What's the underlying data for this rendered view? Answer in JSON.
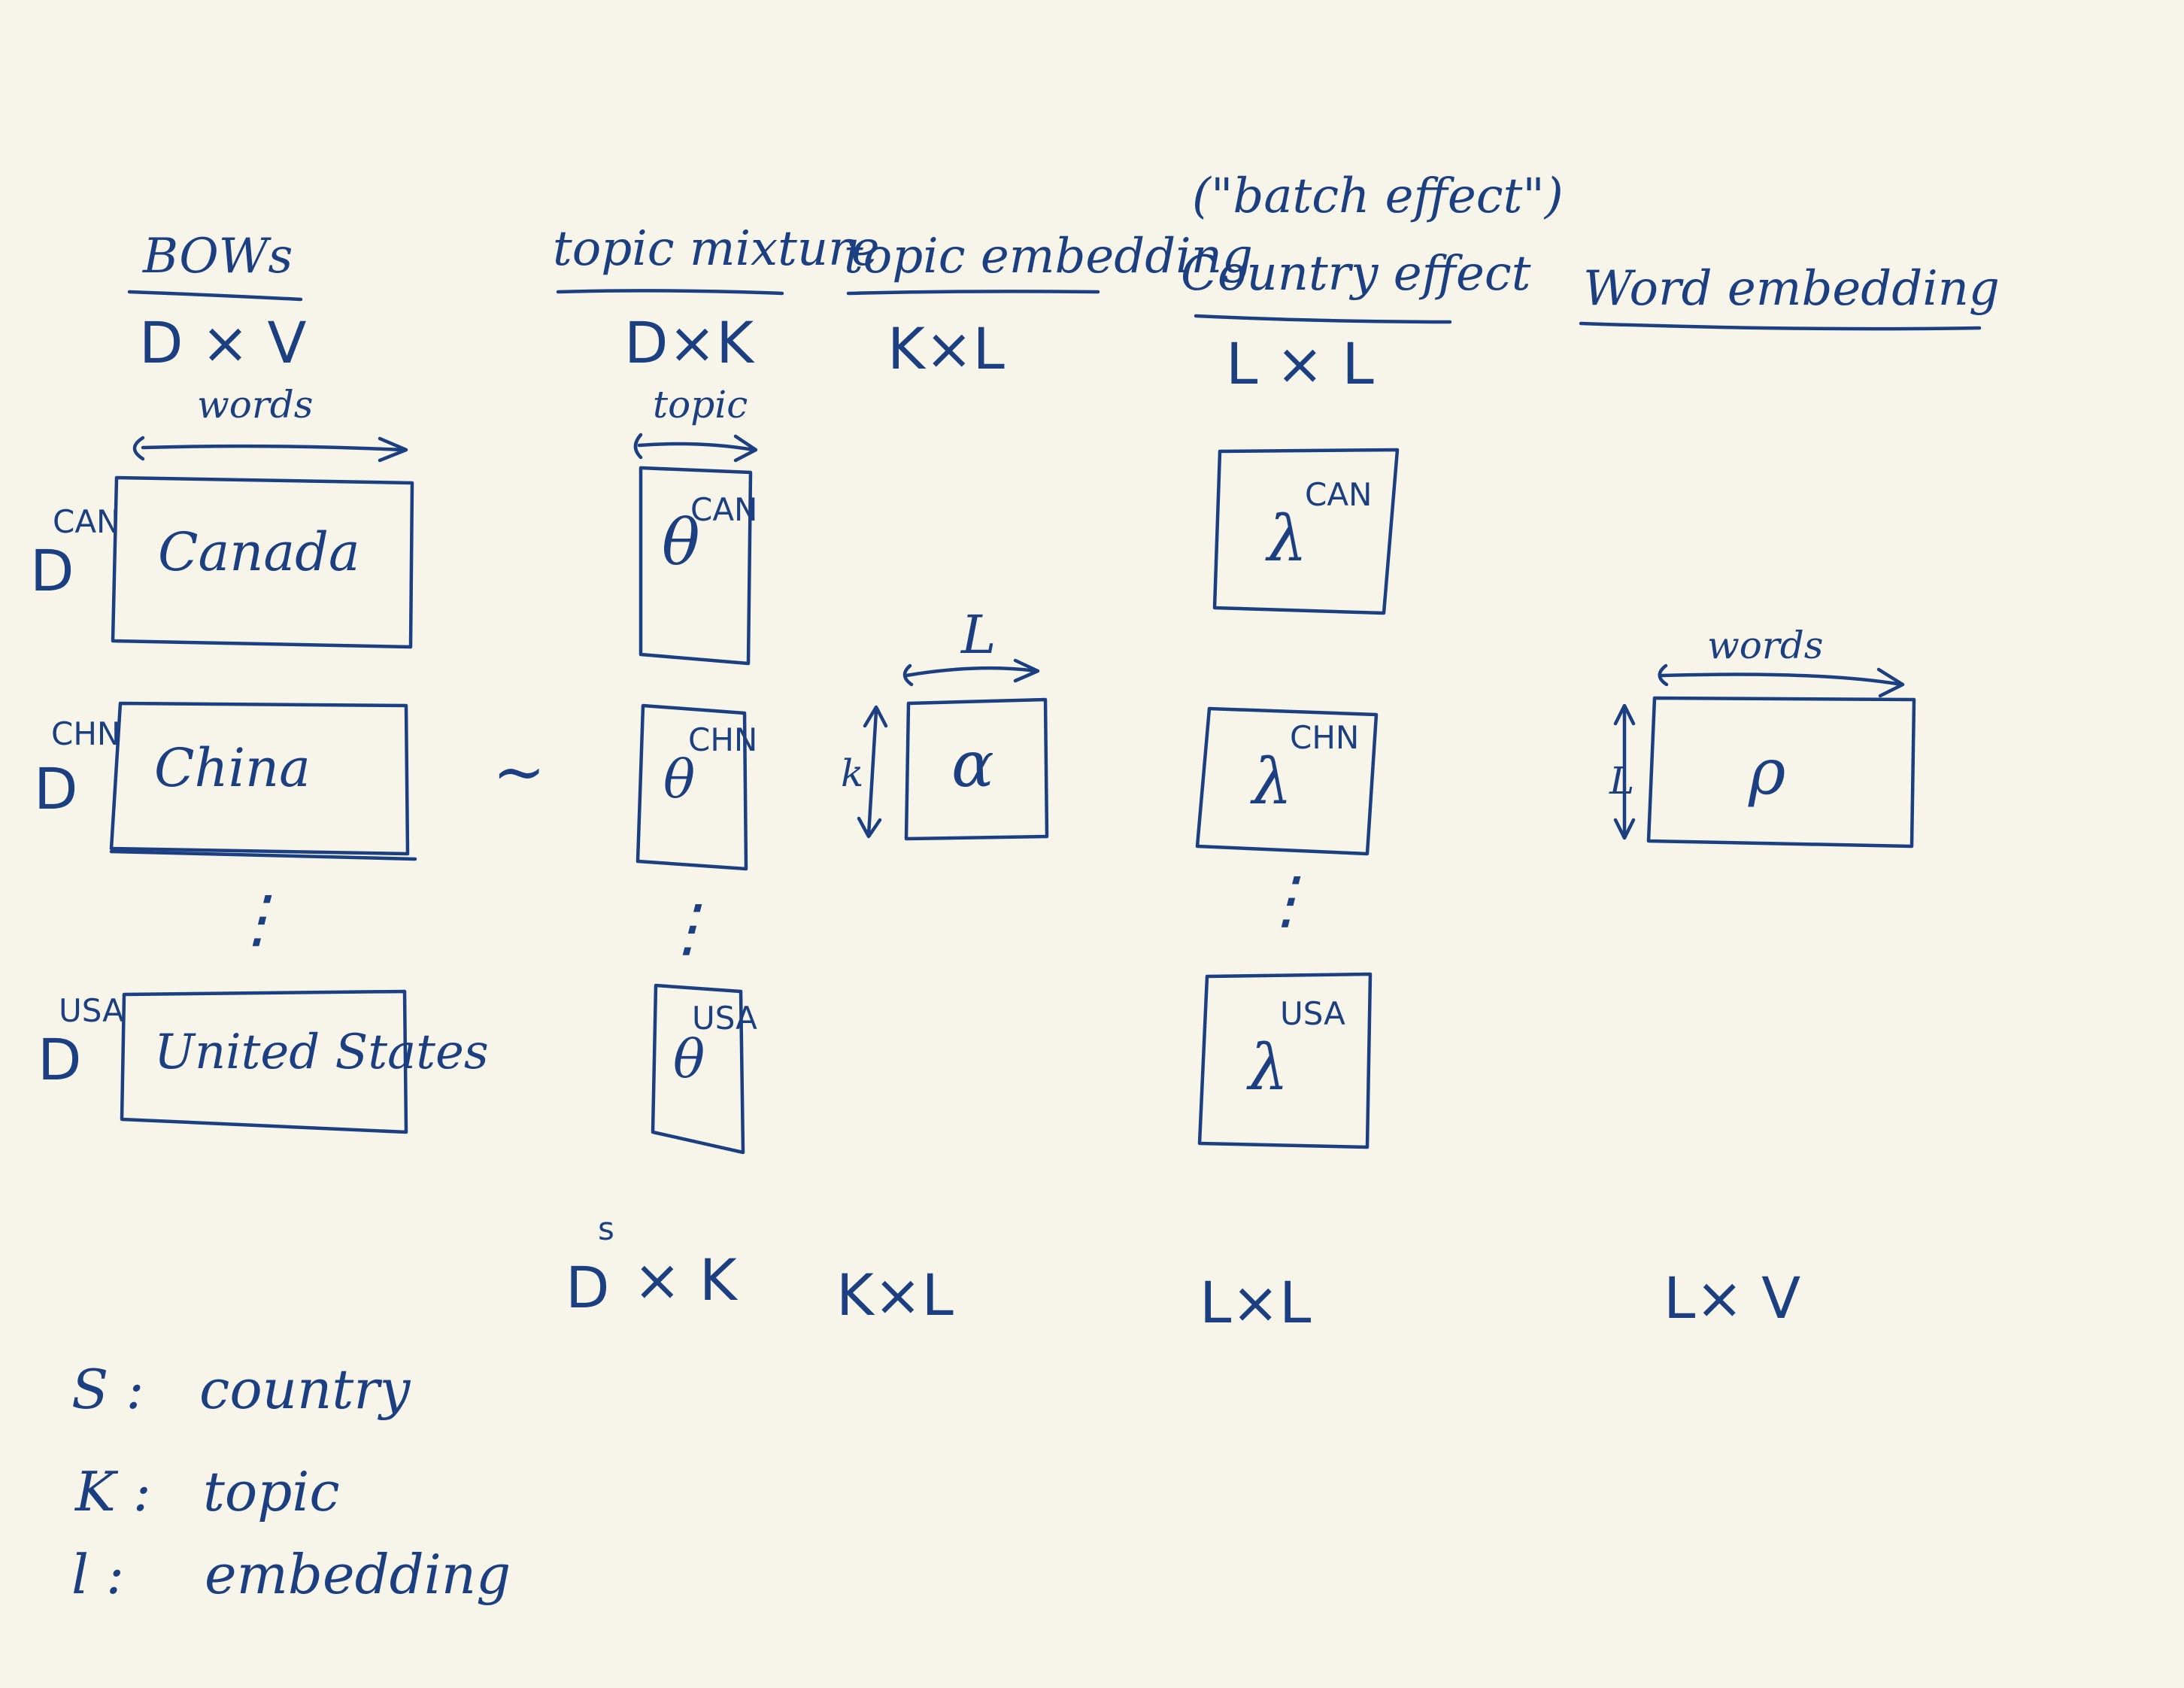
{
  "headers": {
    "bows": "BOWs",
    "bows_dim": "D × V",
    "bows_axis": "words",
    "topic_mixture": "topic mixture",
    "topic_mixture_dim": "D×K",
    "topic_mixture_axis": "topic",
    "topic_embedding": "topic embedding",
    "topic_embedding_dim": "K×L",
    "batch_effect": "(\"batch effect\")",
    "country_effect": "Country effect",
    "country_effect_dim": "L × L",
    "word_embedding": "Word embedding"
  },
  "rows": [
    {
      "doc": "D",
      "country": "CAN",
      "name": "Canada"
    },
    {
      "doc": "D",
      "country": "CHN",
      "name": "China"
    },
    {
      "doc": "D",
      "country": "USA",
      "name": "United States"
    }
  ],
  "symbols": {
    "sim": "~",
    "theta": "θ",
    "alpha": "α",
    "lambda": "λ",
    "rho": "ρ",
    "dots": "⋮",
    "alpha_top": "L",
    "alpha_side": "k",
    "rho_top": "words",
    "rho_side": "L"
  },
  "bottom_dims": {
    "theta": "D",
    "theta_sup": "s",
    "theta_rest": "× K",
    "alpha": "K×L",
    "lambda": "L×L",
    "rho": "L× V"
  },
  "legend": [
    {
      "key": "S :",
      "value": "country"
    },
    {
      "key": "K :",
      "value": "topic"
    },
    {
      "key": "l :",
      "value": "embedding"
    }
  ]
}
